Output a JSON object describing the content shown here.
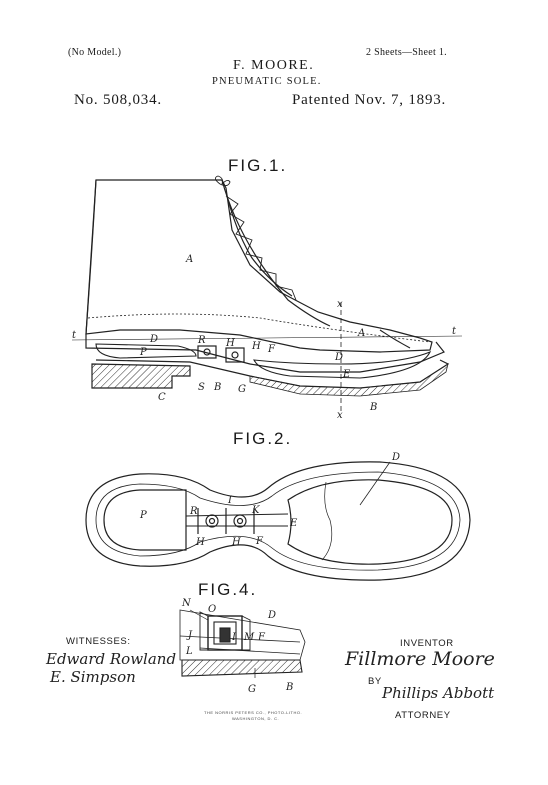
{
  "header": {
    "model_note": "(No Model.)",
    "sheets": "2 Sheets—Sheet 1.",
    "inventor": "F. MOORE.",
    "title": "PNEUMATIC SOLE.",
    "patent_number": "No. 508,034.",
    "patent_date": "Patented Nov. 7, 1893."
  },
  "figures": {
    "fig1": "FIG.1.",
    "fig2": "FIG.2.",
    "fig4": "FIG.4."
  },
  "fig1_labels": {
    "A1": "A",
    "A2": "A",
    "D1": "D",
    "D2": "D",
    "P": "P",
    "R": "R",
    "H1": "H",
    "H2": "H",
    "F": "F",
    "E": "E",
    "S": "S",
    "B1": "B",
    "G": "G",
    "C": "C",
    "B2": "B",
    "X1": "x",
    "X2": "x",
    "T1": "t",
    "T2": "t"
  },
  "fig2_labels": {
    "D": "D",
    "I": "I",
    "P": "P",
    "R": "R",
    "K": "K",
    "E": "E",
    "H1": "H",
    "H2": "H",
    "F": "F"
  },
  "fig4_labels": {
    "N": "N",
    "O": "O",
    "D": "D",
    "J": "J",
    "I": "I",
    "M": "M",
    "F": "F",
    "L": "L",
    "G": "G",
    "B": "B"
  },
  "signatures": {
    "witnesses_label": "WITNESSES:",
    "witness1": "Edward Rowland",
    "witness2": "E. Simpson",
    "inventor_label": "INVENTOR",
    "inventor_signature": "Fillmore Moore",
    "by_label": "BY",
    "attorney_signature": "Phillips Abbott",
    "attorney_label": "ATTORNEY"
  },
  "engraver": {
    "line1": "THE NORRIS PETERS CO., PHOTO-LITHO.",
    "line2": "WASHINGTON, D. C."
  }
}
